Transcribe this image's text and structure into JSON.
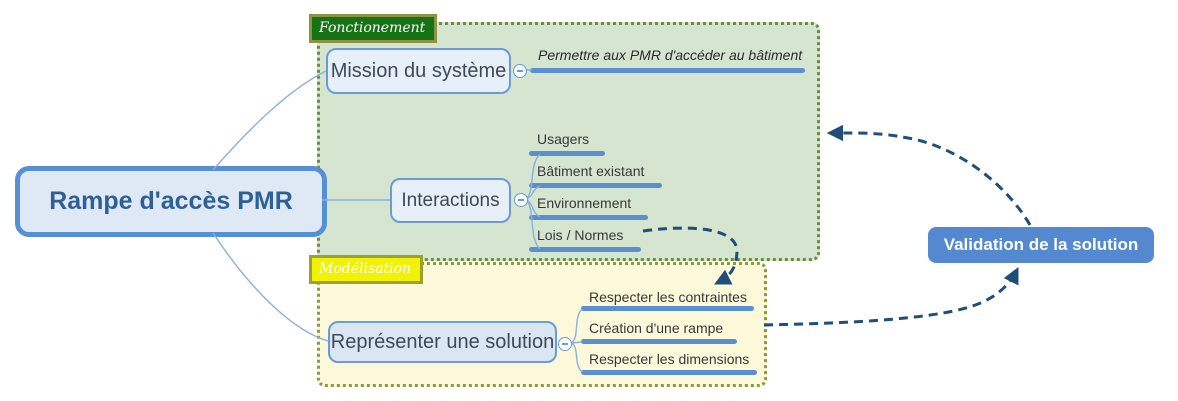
{
  "root": {
    "label": "Rampe d'accès PMR"
  },
  "groups": {
    "fonctionnement": {
      "label": "Fonctionement",
      "fill": "#d6e5cf",
      "label_bg": "#157315",
      "border": "#6a8f3c"
    },
    "modelisation": {
      "label": "Modélisation",
      "fill": "#fcf9da",
      "label_bg": "#f2f207",
      "border": "#8a9a40"
    }
  },
  "nodes": {
    "mission": {
      "label": "Mission du système",
      "annotation": "Permettre aux PMR d'accéder au bâtiment"
    },
    "interactions": {
      "label": "Interactions",
      "children": [
        "Usagers",
        "Bâtiment existant",
        "Environnement",
        "Lois / Normes"
      ]
    },
    "representer": {
      "label": "Représenter une solution",
      "children": [
        "Respecter les contraintes",
        "Création d'une rampe",
        "Respecter les dimensions"
      ]
    },
    "validation": {
      "label": "Validation de la solution"
    }
  },
  "colors": {
    "branch_blue": "#5b8fd0",
    "node_border": "#6b9bd2",
    "node_fill": "#e7eff9",
    "root_border": "#5590d4",
    "root_text": "#2e6096",
    "validation_fill": "#5589cf",
    "arrow_navy": "#1f4e79",
    "thin_link": "#8aafdd"
  }
}
